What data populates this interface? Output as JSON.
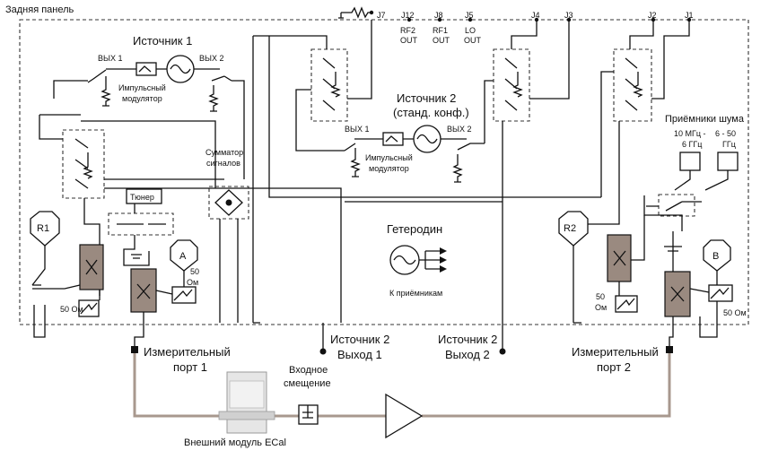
{
  "panel": {
    "title": "Задняя панель"
  },
  "jumpers": {
    "j7": "J7",
    "j12": "J12",
    "j8": "J8",
    "j5": "J5",
    "j4": "J4",
    "j3": "J3",
    "j2": "J2",
    "j1": "J1",
    "rf2_out": [
      "RF2",
      "OUT"
    ],
    "rf1_out": [
      "RF1",
      "OUT"
    ],
    "lo_out": [
      "LO",
      "OUT"
    ]
  },
  "source1": {
    "title": "Источник 1",
    "out1": "ВЫХ 1",
    "out2": "ВЫХ 2",
    "modulator": [
      "Импульсный",
      "модулятор"
    ]
  },
  "source2": {
    "title": [
      "Источник 2",
      "(станд. конф.)"
    ],
    "out1": "ВЫХ 1",
    "out2": "ВЫХ 2",
    "modulator": [
      "Импульсный",
      "модулятор"
    ]
  },
  "combiner": [
    "Сумматор",
    "сигналов"
  ],
  "tuner": "Тюнер",
  "receivers": {
    "r1": "R1",
    "a": "A",
    "r2": "R2",
    "b": "B"
  },
  "terminations": {
    "r1_load": "50 Ом",
    "a_load": [
      "50",
      "Ом"
    ],
    "r2_load": [
      "50",
      "Ом"
    ],
    "b_load": "50 Ом"
  },
  "lo": {
    "title": "Гетеродин",
    "caption": "К приёмникам"
  },
  "noise": {
    "title": "Приёмники шума",
    "low": [
      "10 МГц -",
      "6 ГГц"
    ],
    "high": [
      "6 - 50",
      "ГГц"
    ]
  },
  "ports": {
    "port1": [
      "Измерительный",
      "порт 1"
    ],
    "port2": [
      "Измерительный",
      "порт 2"
    ],
    "src2_out1": [
      "Источник 2",
      "Выход 1"
    ],
    "src2_out2": [
      "Источник 2",
      "Выход 2"
    ]
  },
  "external": {
    "ecal": "Внешний модуль ECal",
    "bias": [
      "Входное",
      "смещение"
    ]
  }
}
